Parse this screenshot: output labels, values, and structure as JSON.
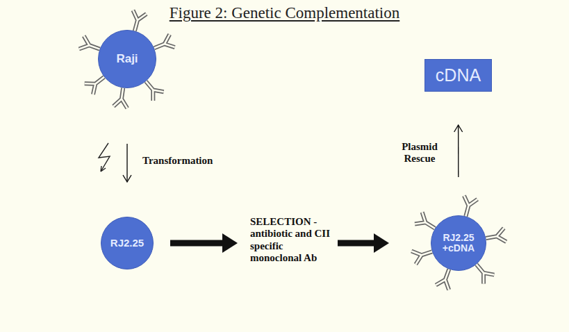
{
  "diagram": {
    "title": "Figure 2: Genetic Complementation",
    "nodes": [
      {
        "text": [
          "Raji"
        ]
      },
      {
        "text": [
          "cDNA"
        ]
      },
      {
        "text": [
          "RJ2.25"
        ]
      },
      {
        "text": [
          "RJ2.25 +cDNA"
        ]
      }
    ],
    "edges": [
      {
        "from": 0,
        "to": 2,
        "arrow": "to",
        "label": "Transformation"
      },
      {
        "from": 2,
        "to": 3,
        "arrow": "to",
        "label": "SELECTION -antibiotic and CII specific monoclonal Ab"
      },
      {
        "from": 3,
        "to": 1,
        "arrow": "to",
        "label": "Plasmid Rescue"
      }
    ]
  }
}
